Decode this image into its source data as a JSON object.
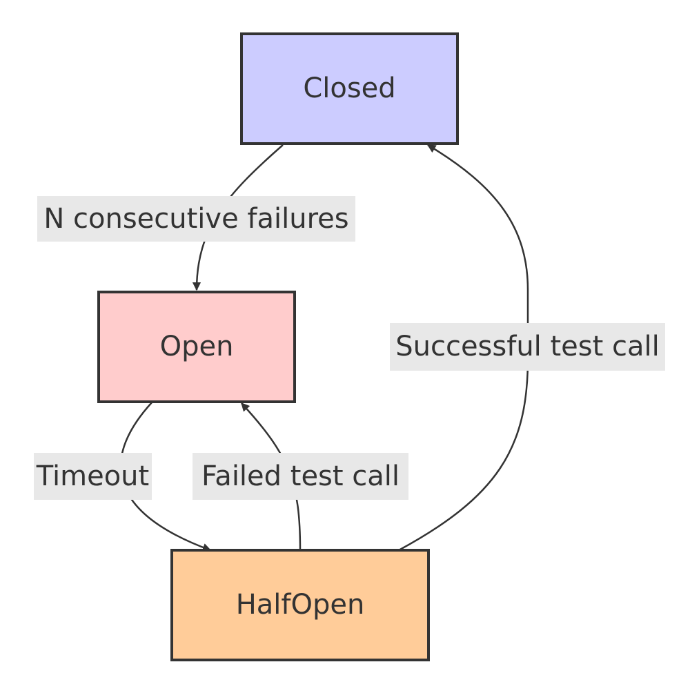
{
  "diagram": {
    "type": "state-diagram",
    "nodes": {
      "closed": {
        "label": "Closed",
        "fill": "#ccccff"
      },
      "open": {
        "label": "Open",
        "fill": "#ffcccc"
      },
      "halfopen": {
        "label": "HalfOpen",
        "fill": "#ffcc99"
      }
    },
    "edges": {
      "closed_to_open": {
        "from": "Closed",
        "to": "Open",
        "label": "N consecutive failures"
      },
      "open_to_halfopen": {
        "from": "Open",
        "to": "HalfOpen",
        "label": "Timeout"
      },
      "halfopen_to_open": {
        "from": "HalfOpen",
        "to": "Open",
        "label": "Failed test call"
      },
      "halfopen_to_closed": {
        "from": "HalfOpen",
        "to": "Closed",
        "label": "Successful test call"
      }
    },
    "colors": {
      "stroke": "#333333",
      "edge_label_background": "#e8e8e8",
      "text": "#333333"
    }
  }
}
